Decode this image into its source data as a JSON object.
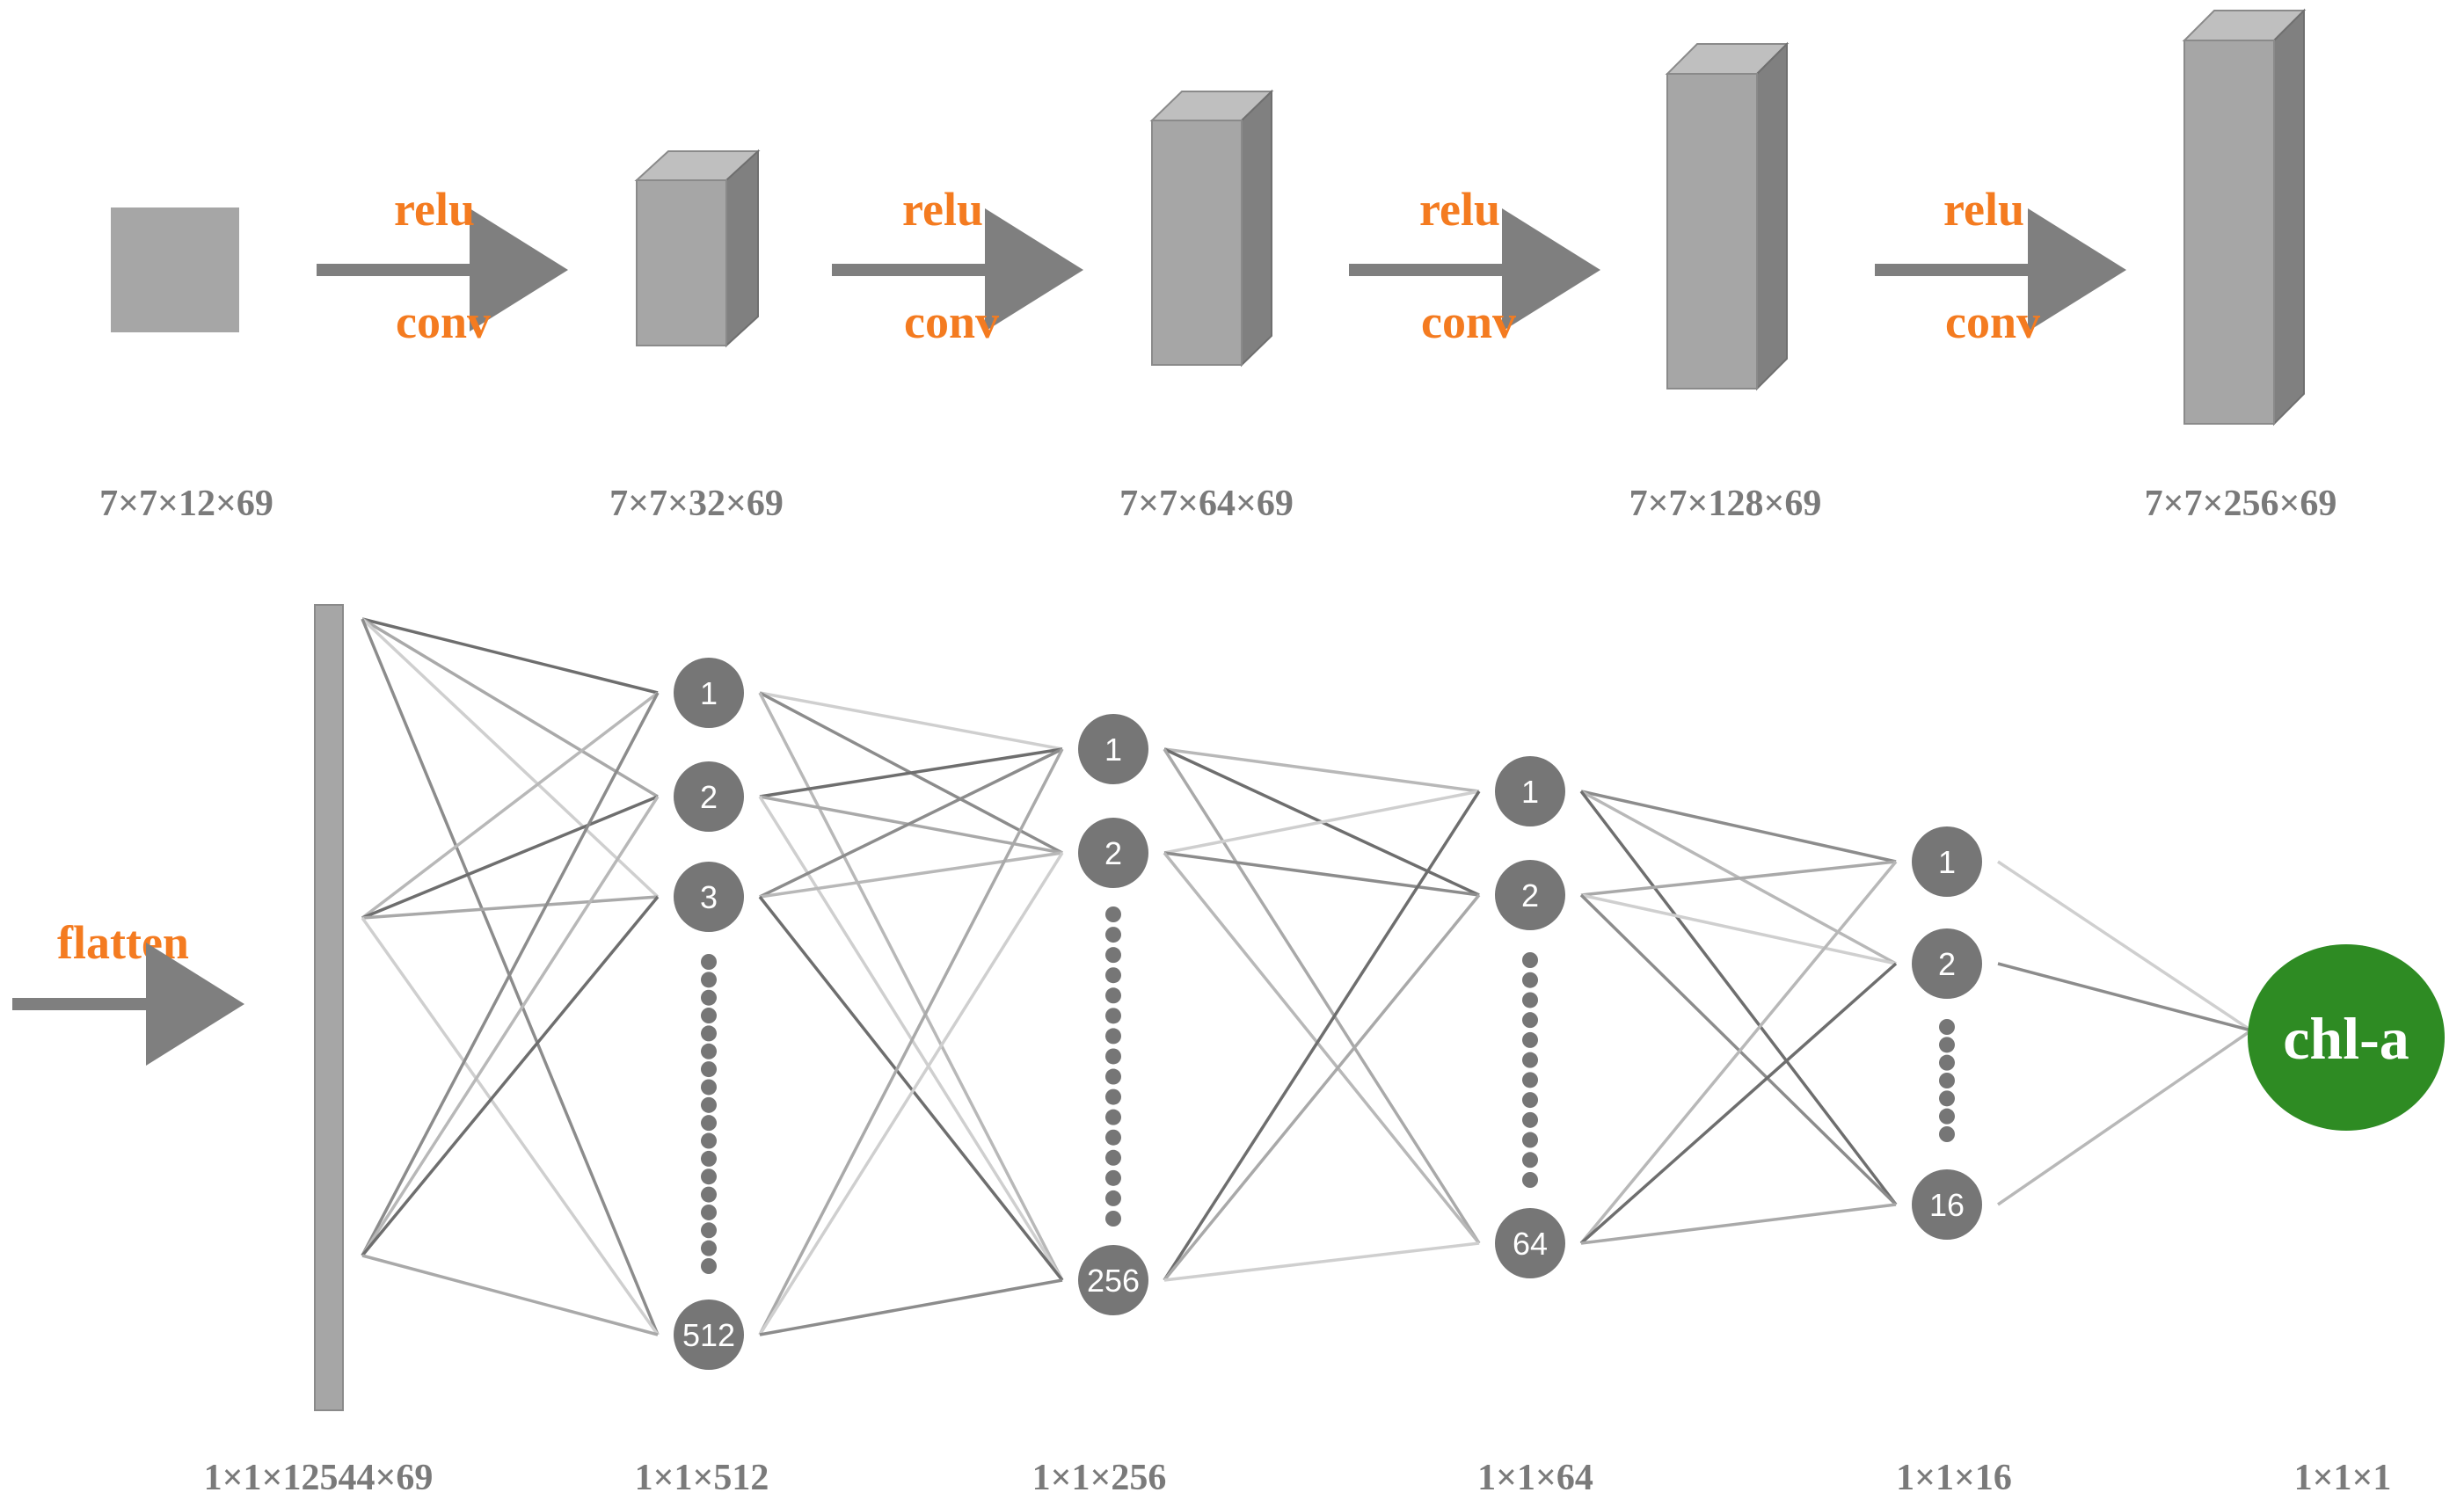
{
  "conv_stage": {
    "ops": [
      {
        "top": "relu",
        "bottom": "conv"
      },
      {
        "top": "relu",
        "bottom": "conv"
      },
      {
        "top": "relu",
        "bottom": "conv"
      },
      {
        "top": "relu",
        "bottom": "conv"
      }
    ],
    "shapes": [
      "7×7×12×69",
      "7×7×32×69",
      "7×7×64×69",
      "7×7×128×69",
      "7×7×256×69"
    ]
  },
  "dense_stage": {
    "flatten_label": "flatten",
    "shapes": [
      "1×1×12544×69",
      "1×1×512",
      "1×1×256",
      "1×1×64",
      "1×1×16",
      "1×1×1"
    ],
    "layers": [
      {
        "nodes": [
          "1",
          "2",
          "3",
          "512"
        ]
      },
      {
        "nodes": [
          "1",
          "2",
          "256"
        ]
      },
      {
        "nodes": [
          "1",
          "2",
          "64"
        ]
      },
      {
        "nodes": [
          "1",
          "2",
          "16"
        ]
      }
    ],
    "output_label": "chl-a"
  },
  "colors": {
    "accent": "#f47b20",
    "box_front": "#a6a6a6",
    "box_top": "#bfbfbf",
    "box_side": "#808080",
    "node": "#767676",
    "output": "#2e8b23",
    "label": "#7a7a7a"
  }
}
